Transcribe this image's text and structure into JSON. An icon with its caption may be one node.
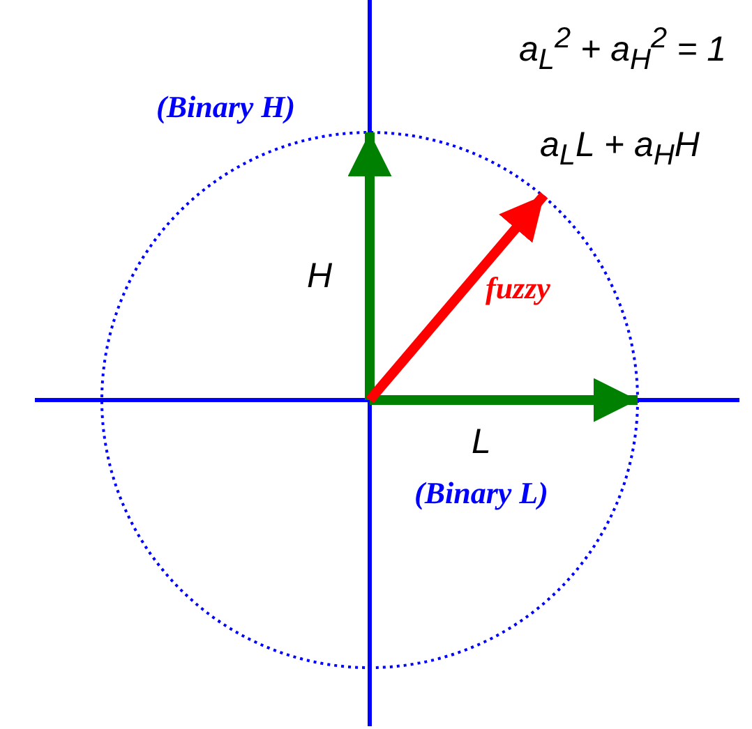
{
  "diagram": {
    "labels": [
      "a$_{L}$$^{2}$ + a$_{H}$$^{2}$ = 1",
      "a$_{L}$L + a$_{H}$H",
      "(Binary H)",
      "H",
      "fuzzy",
      "L",
      "(Binary L)"
    ]
  }
}
